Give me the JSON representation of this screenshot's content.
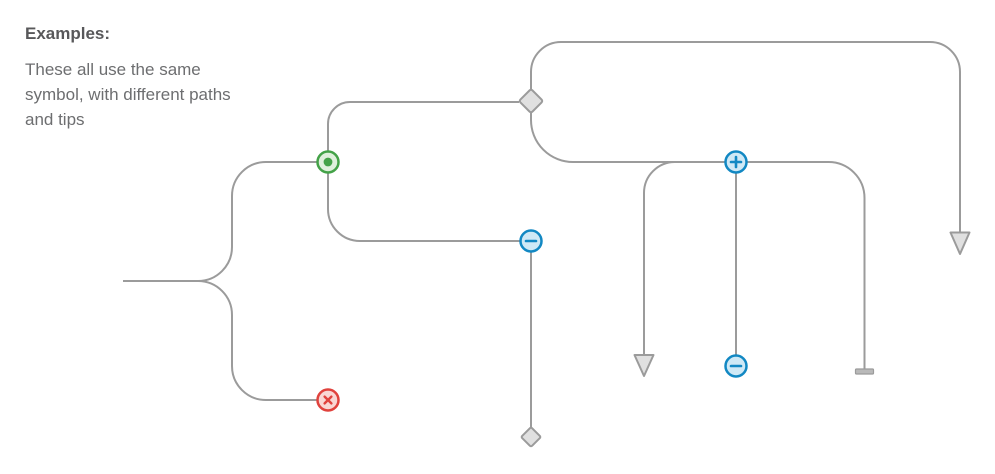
{
  "header": {
    "title": "Examples:",
    "description_lines": [
      "These all use the same",
      "symbol, with different paths",
      "and tips"
    ]
  },
  "colors": {
    "line": "#9b9b9b",
    "tip_fill": "#e0e0e0",
    "tip_stroke": "#9b9b9b",
    "bar_fill": "#b9b9b9",
    "green_stroke": "#44a248",
    "green_fill": "#dff0dc",
    "blue_stroke": "#1288c3",
    "blue_fill": "#cfe9f6",
    "red_stroke": "#e0423d",
    "red_fill": "#f9d7d4",
    "title_text": "#58585a",
    "body_text": "#6d6e70"
  },
  "symbols": [
    {
      "name": "green-dot-circle",
      "kind": "circle-dot",
      "color": "green"
    },
    {
      "name": "red-x-circle",
      "kind": "circle-x",
      "color": "red"
    },
    {
      "name": "blue-minus-circle-upper",
      "kind": "circle-minus",
      "color": "blue"
    },
    {
      "name": "blue-plus-circle",
      "kind": "circle-plus",
      "color": "blue"
    },
    {
      "name": "blue-minus-circle-lower",
      "kind": "circle-minus",
      "color": "blue"
    }
  ],
  "tips": [
    {
      "name": "diamond-tip-upper",
      "kind": "diamond"
    },
    {
      "name": "diamond-tip-lower",
      "kind": "diamond"
    },
    {
      "name": "arrow-tip-right",
      "kind": "arrowhead"
    },
    {
      "name": "arrow-tip-middle",
      "kind": "arrowhead"
    },
    {
      "name": "flat-bar-tip",
      "kind": "bar"
    }
  ]
}
